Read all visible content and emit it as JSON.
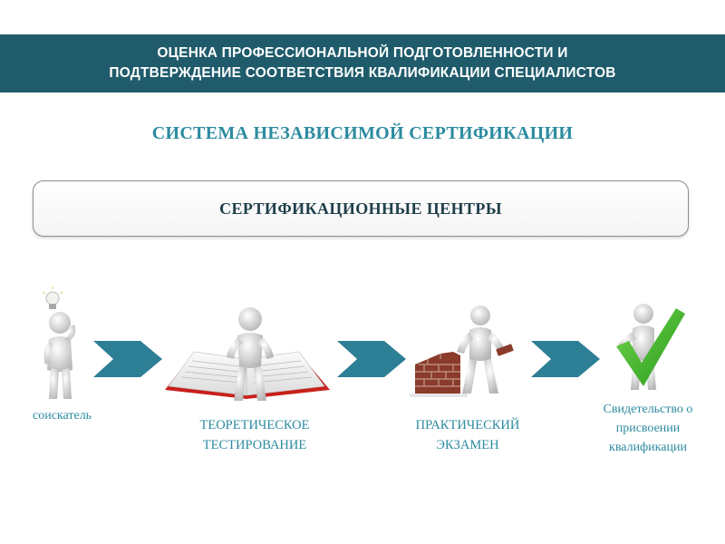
{
  "header": {
    "line1": "ОЦЕНКА ПРОФЕССИОНАЛЬНОЙ ПОДГОТОВЛЕННОСТИ И",
    "line2": "ПОДТВЕРЖДЕНИЕ СООТВЕТСТВИЯ КВАЛИФИКАЦИИ СПЕЦИАЛИСТОВ"
  },
  "subtitle": "СИСТЕМА НЕЗАВИСИМОЙ СЕРТИФИКАЦИИ",
  "centers_box": "СЕРТИФИКАЦИОННЫЕ ЦЕНТРЫ",
  "flow": {
    "applicant": "соискатель",
    "theory": {
      "line1": "ТЕОРЕТИЧЕСКОЕ",
      "line2": "ТЕСТИРОВАНИЕ"
    },
    "practice": {
      "line1": "ПРАКТИЧЕСКИЙ",
      "line2": "ЭКЗАМЕН"
    },
    "certificate": {
      "line1": "Свидетельство о",
      "line2": "присвоении",
      "line3": "квалификации"
    }
  },
  "colors": {
    "banner": "#1f5b6b",
    "accent": "#2c8ba0",
    "arrow": "#2d7f95",
    "check": "#3cb02c",
    "book_cover": "#c8201c",
    "brick": "#8a3b2a"
  },
  "icons": [
    "lightbulb-icon",
    "person-icon",
    "open-book-icon",
    "brick-wall-icon",
    "check-mark-icon",
    "chevron-arrow-icon"
  ]
}
